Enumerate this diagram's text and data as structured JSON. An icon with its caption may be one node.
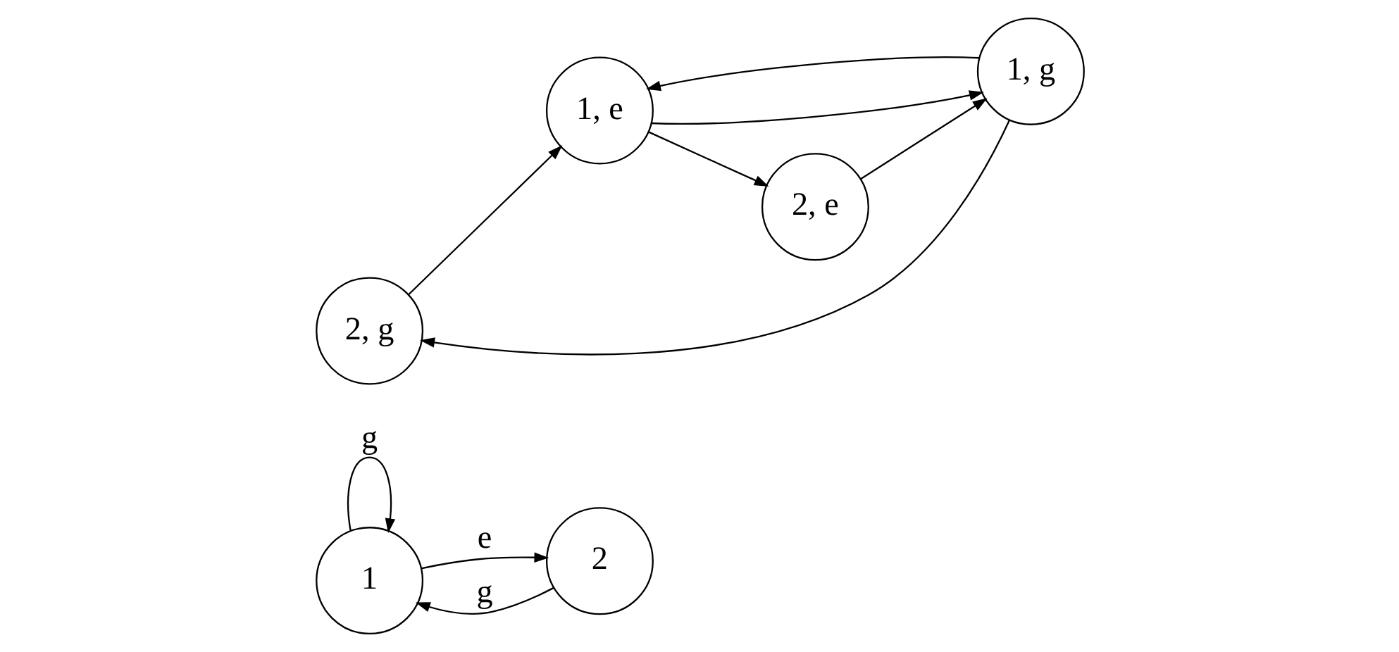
{
  "diagram": {
    "nodes": [
      {
        "text": [
          "1"
        ]
      },
      {
        "text": [
          "2"
        ]
      },
      {
        "text": [
          "2, g"
        ]
      },
      {
        "text": [
          "1, e"
        ]
      },
      {
        "text": [
          "1, g"
        ]
      },
      {
        "text": [
          "2, e"
        ]
      }
    ],
    "edges": [
      {
        "from": 0,
        "to": 0,
        "arrow": "to",
        "label": "g"
      },
      {
        "from": 0,
        "to": 1,
        "arrow": "to",
        "label": "e"
      },
      {
        "from": 1,
        "to": 0,
        "arrow": "to",
        "label": "g"
      },
      {
        "from": 2,
        "to": 3,
        "arrow": "to"
      },
      {
        "from": 3,
        "to": 4,
        "arrow": "to"
      },
      {
        "from": 4,
        "to": 3,
        "arrow": "to"
      },
      {
        "from": 4,
        "to": 2,
        "arrow": "to"
      },
      {
        "from": 3,
        "to": 5,
        "arrow": "to"
      },
      {
        "from": 5,
        "to": 4,
        "arrow": "to"
      }
    ]
  }
}
